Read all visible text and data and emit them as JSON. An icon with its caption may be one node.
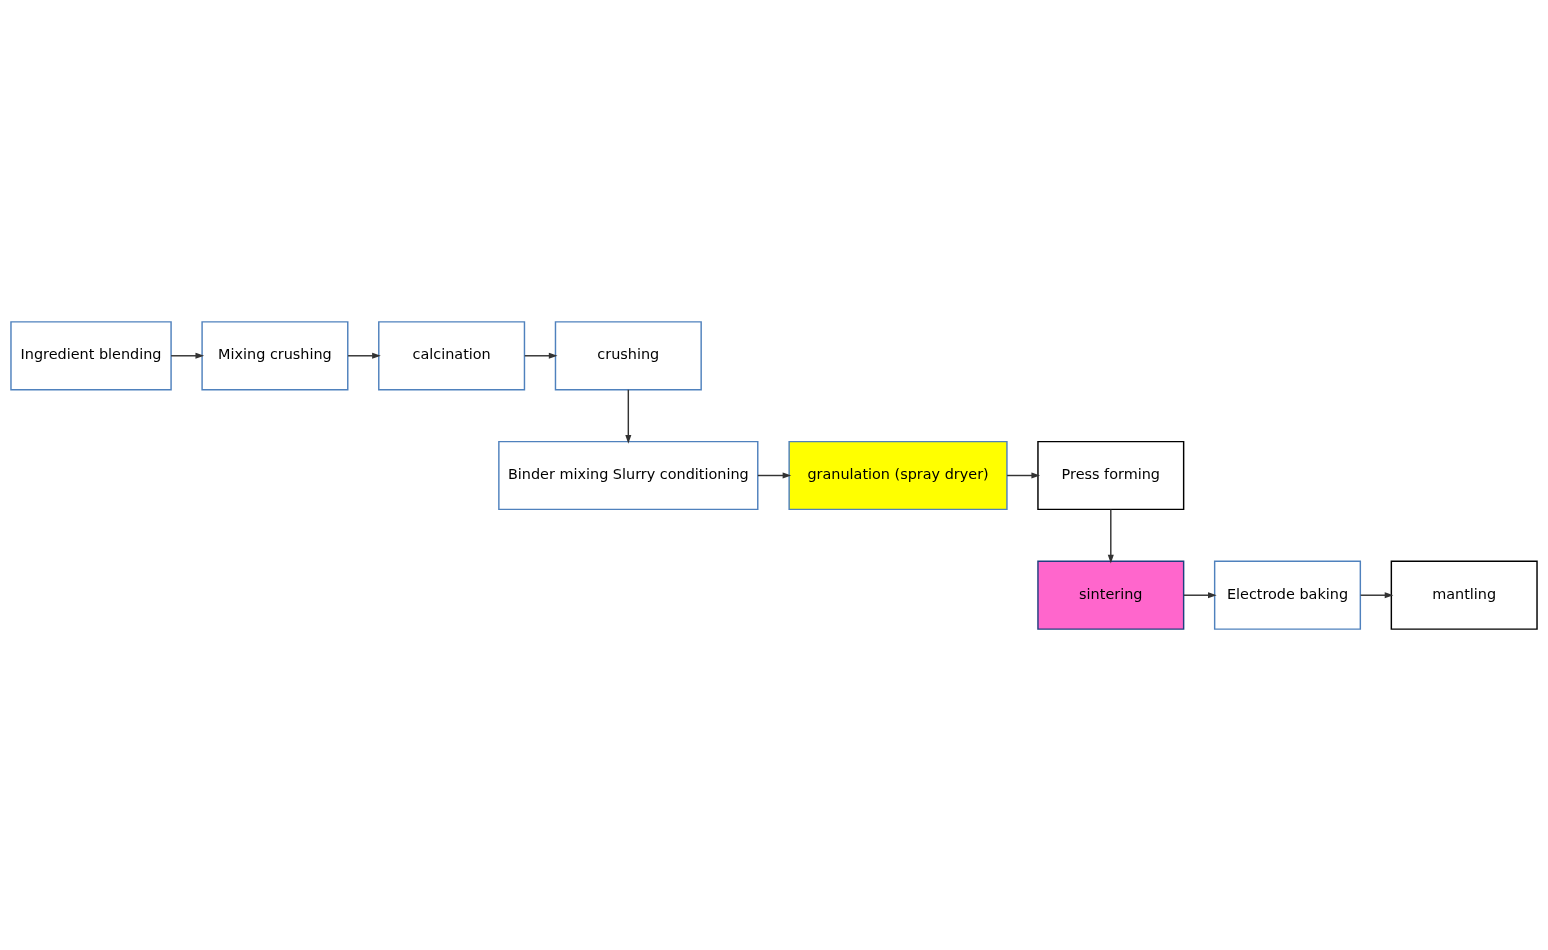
{
  "diagram": {
    "nodes": [
      {
        "text": [
          "Ingredient blending"
        ]
      },
      {
        "text": [
          "Mixing crushing"
        ]
      },
      {
        "text": [
          "calcination"
        ]
      },
      {
        "text": [
          "crushing"
        ]
      },
      {
        "text": [
          "Binder mixing Slurry conditioning"
        ]
      },
      {
        "text": [
          "granulation (spray dryer)"
        ]
      },
      {
        "text": [
          "Press forming"
        ]
      },
      {
        "text": [
          "sintering"
        ]
      },
      {
        "text": [
          "Electrode baking"
        ]
      },
      {
        "text": [
          "mantling"
        ]
      }
    ],
    "edges": [
      {
        "from": 0,
        "to": 1,
        "arrow": "to"
      },
      {
        "from": 1,
        "to": 2,
        "arrow": "to"
      },
      {
        "from": 2,
        "to": 3,
        "arrow": "to"
      },
      {
        "from": 3,
        "to": 4,
        "arrow": "to"
      },
      {
        "from": 4,
        "to": 5,
        "arrow": "to"
      },
      {
        "from": 5,
        "to": 6,
        "arrow": "to"
      },
      {
        "from": 6,
        "to": 7,
        "arrow": "to"
      },
      {
        "from": 7,
        "to": 8,
        "arrow": "to"
      },
      {
        "from": 8,
        "to": 9,
        "arrow": "to"
      }
    ]
  }
}
